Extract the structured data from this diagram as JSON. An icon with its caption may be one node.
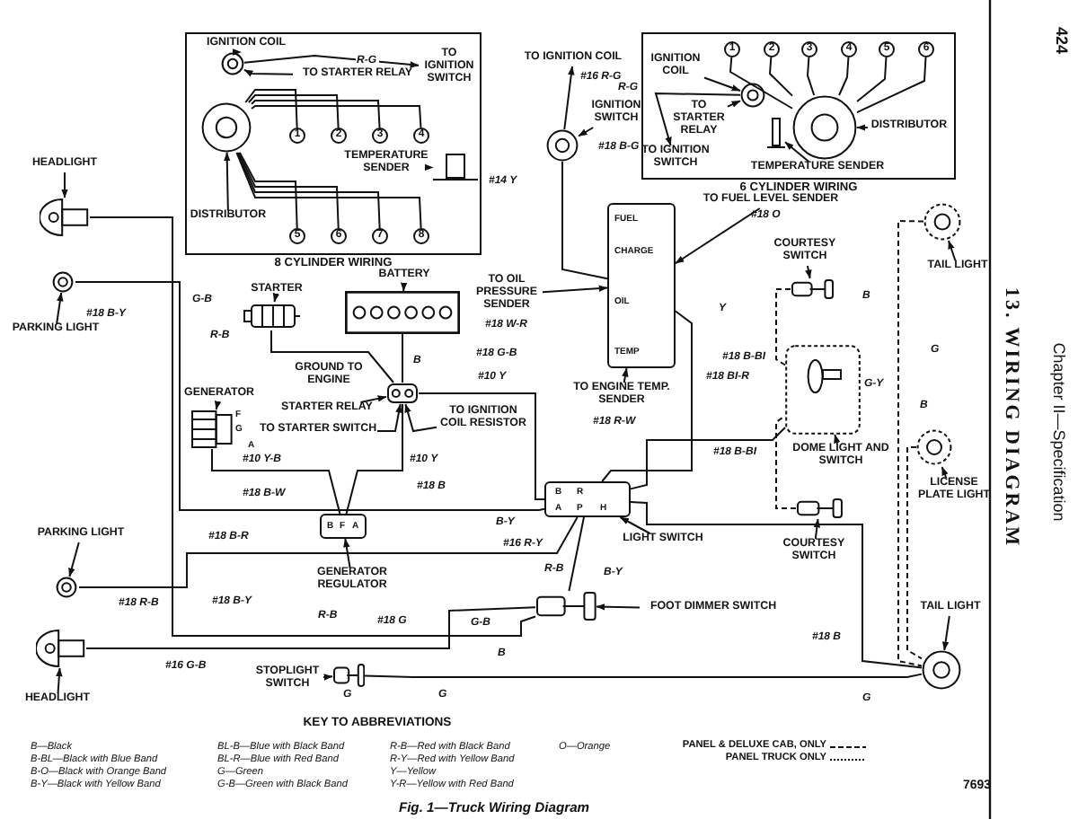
{
  "diagram": {
    "caption": "Fig. 1—Truck Wiring Diagram",
    "nodes": [
      {
        "text": [
          "8 CYLINDER WIRING"
        ]
      },
      {
        "text": [
          "IGNITION COIL"
        ],
        "in": 0
      },
      {
        "text": [],
        "shape": "circle",
        "in": 0
      },
      {
        "text": [],
        "shape": "circle",
        "in": 0
      },
      {
        "text": [
          "DISTRIBUTOR"
        ],
        "in": 0
      },
      {
        "text": [
          "1"
        ],
        "in": 0
      },
      {
        "text": [
          "2"
        ],
        "in": 0
      },
      {
        "text": [
          "3"
        ],
        "in": 0
      },
      {
        "text": [
          "4"
        ],
        "in": 0
      },
      {
        "text": [
          "5"
        ],
        "in": 0
      },
      {
        "text": [
          "6"
        ],
        "in": 0
      },
      {
        "text": [
          "7"
        ],
        "in": 0
      },
      {
        "text": [
          "8"
        ],
        "in": 0
      },
      {
        "text": [
          "TEMPERATURE SENDER"
        ],
        "in": 0
      },
      {
        "text": [],
        "shape": "picture",
        "in": 0
      },
      {
        "text": [
          "TO STARTER RELAY"
        ],
        "in": 0
      },
      {
        "text": [
          "TO IGNITION SWITCH"
        ],
        "in": 0
      },
      {
        "text": [
          "6 CYLINDER WIRING"
        ]
      },
      {
        "text": [
          "IGNITION COIL"
        ],
        "in": 17
      },
      {
        "text": [],
        "shape": "circle",
        "in": 17
      },
      {
        "text": [],
        "shape": "circle",
        "in": 17
      },
      {
        "text": [
          "DISTRIBUTOR"
        ],
        "in": 17
      },
      {
        "text": [
          "1"
        ],
        "in": 17
      },
      {
        "text": [
          "2"
        ],
        "in": 17
      },
      {
        "text": [
          "3"
        ],
        "in": 17
      },
      {
        "text": [
          "4"
        ],
        "in": 17
      },
      {
        "text": [
          "5"
        ],
        "in": 17
      },
      {
        "text": [
          "6"
        ],
        "in": 17
      },
      {
        "text": [
          "TO STARTER RELAY"
        ],
        "in": 17
      },
      {
        "text": [
          "TO IGNITION SWITCH"
        ],
        "in": 17
      },
      {
        "text": [
          "TEMPERATURE SENDER"
        ],
        "in": 17
      },
      {
        "text": [],
        "shape": "picture",
        "in": 17
      },
      {
        "text": [
          "TO IGNITION COIL"
        ]
      },
      {
        "text": [],
        "shape": "circle"
      },
      {
        "text": [
          "IGNITION SWITCH"
        ]
      },
      {
        "text": [
          "FUEL",
          "CHARGE",
          "OIL",
          "TEMP"
        ]
      },
      {
        "text": [
          "TO FUEL LEVEL SENDER"
        ]
      },
      {
        "text": [
          "HEADLIGHT"
        ]
      },
      {
        "text": [],
        "shape": "picture"
      },
      {
        "text": [
          "PARKING LIGHT"
        ]
      },
      {
        "text": [],
        "shape": "circle"
      },
      {
        "text": [
          "STARTER"
        ]
      },
      {
        "text": [],
        "shape": "picture"
      },
      {
        "text": [
          "BATTERY"
        ]
      },
      {
        "text": [],
        "shape": "picture"
      },
      {
        "text": [
          "TO OIL PRESSURE SENDER"
        ]
      },
      {
        "text": [
          "GENERATOR"
        ]
      },
      {
        "text": [],
        "shape": "picture"
      },
      {
        "text": [
          "GROUND TO ENGINE"
        ]
      },
      {
        "text": [
          "STARTER RELAY"
        ]
      },
      {
        "text": [],
        "shape": "picture"
      },
      {
        "text": [
          "TO STARTER SWITCH"
        ]
      },
      {
        "text": [
          "TO IGNITION COIL RESISTOR"
        ]
      },
      {
        "text": [
          "B",
          "F",
          "A"
        ]
      },
      {
        "text": [
          "GENERATOR REGULATOR"
        ]
      },
      {
        "text": [
          "TO ENGINE TEMP. SENDER"
        ]
      },
      {
        "text": [
          "B",
          "R",
          "A",
          "P",
          "H"
        ]
      },
      {
        "text": [
          "LIGHT SWITCH"
        ]
      },
      {
        "text": [],
        "shape": "picture"
      },
      {
        "text": [
          "FOOT DIMMER SWITCH"
        ]
      },
      {
        "text": [
          "PARKING LIGHT"
        ]
      },
      {
        "text": [],
        "shape": "circle"
      },
      {
        "text": [],
        "shape": "picture"
      },
      {
        "text": [
          "HEADLIGHT"
        ]
      },
      {
        "text": [],
        "shape": "picture"
      },
      {
        "text": [
          "STOPLIGHT SWITCH"
        ]
      },
      {
        "text": [
          "COURTESY SWITCH"
        ]
      },
      {
        "text": [],
        "shape": "picture"
      },
      {
        "text": [],
        "shape": "box"
      },
      {
        "text": [
          "DOME LIGHT AND SWITCH"
        ]
      },
      {
        "text": [],
        "shape": "picture"
      },
      {
        "text": [
          "COURTESY SWITCH"
        ]
      },
      {
        "text": [],
        "shape": "circle"
      },
      {
        "text": [
          "TAIL LIGHT"
        ]
      },
      {
        "text": [],
        "shape": "circle"
      },
      {
        "text": [
          "LICENSE PLATE LIGHT"
        ]
      },
      {
        "text": [],
        "shape": "circle"
      },
      {
        "text": [
          "TAIL LIGHT"
        ]
      }
    ],
    "edges": [
      {
        "from": 1,
        "to": 2,
        "arrow": "to"
      },
      {
        "from": 4,
        "to": 3,
        "arrow": "to"
      },
      {
        "from": 13,
        "to": 14,
        "arrow": "to"
      },
      {
        "from": 3,
        "to": 5,
        "arrow": "none"
      },
      {
        "from": 3,
        "to": 6,
        "arrow": "none"
      },
      {
        "from": 3,
        "to": 7,
        "arrow": "none"
      },
      {
        "from": 3,
        "to": 8,
        "arrow": "none"
      },
      {
        "from": 3,
        "to": 9,
        "arrow": "none"
      },
      {
        "from": 3,
        "to": 10,
        "arrow": "none"
      },
      {
        "from": 3,
        "to": 11,
        "arrow": "none"
      },
      {
        "from": 3,
        "to": 12,
        "arrow": "none"
      },
      {
        "from": 2,
        "to": 16,
        "arrow": "to",
        "label": "R-G"
      },
      {
        "from": 15,
        "to": 2,
        "arrow": "to"
      },
      {
        "from": 18,
        "to": 19,
        "arrow": "to"
      },
      {
        "from": 21,
        "to": 20,
        "arrow": "to"
      },
      {
        "from": 30,
        "to": 31,
        "arrow": "to"
      },
      {
        "from": 20,
        "to": 22,
        "arrow": "none"
      },
      {
        "from": 20,
        "to": 23,
        "arrow": "none"
      },
      {
        "from": 20,
        "to": 24,
        "arrow": "none"
      },
      {
        "from": 20,
        "to": 25,
        "arrow": "none"
      },
      {
        "from": 20,
        "to": 26,
        "arrow": "none"
      },
      {
        "from": 20,
        "to": 27,
        "arrow": "none"
      },
      {
        "from": 19,
        "to": 29,
        "arrow": "to"
      },
      {
        "from": 28,
        "to": 19,
        "arrow": "to"
      },
      {
        "from": 33,
        "to": 32,
        "arrow": "to"
      },
      {
        "from": 34,
        "to": 33,
        "arrow": "to"
      },
      {
        "from": 33,
        "to": 35,
        "arrow": "none"
      },
      {
        "from": 36,
        "to": 35,
        "arrow": "to"
      },
      {
        "from": 37,
        "to": 38,
        "arrow": "to"
      },
      {
        "from": 39,
        "to": 40,
        "arrow": "to"
      },
      {
        "from": 41,
        "to": 42,
        "arrow": "to"
      },
      {
        "from": 43,
        "to": 44,
        "arrow": "to"
      },
      {
        "from": 45,
        "to": 35,
        "arrow": "to"
      },
      {
        "from": 46,
        "to": 47,
        "arrow": "to"
      },
      {
        "from": 49,
        "to": 50,
        "arrow": "to"
      },
      {
        "from": 51,
        "to": 50,
        "arrow": "to"
      },
      {
        "from": 52,
        "to": 50,
        "arrow": "to"
      },
      {
        "from": 54,
        "to": 53,
        "arrow": "to"
      },
      {
        "from": 55,
        "to": 35,
        "arrow": "to"
      },
      {
        "from": 57,
        "to": 56,
        "arrow": "to"
      },
      {
        "from": 59,
        "to": 58,
        "arrow": "to"
      },
      {
        "from": 60,
        "to": 61,
        "arrow": "to"
      },
      {
        "from": 63,
        "to": 62,
        "arrow": "to"
      },
      {
        "from": 65,
        "to": 64,
        "arrow": "to"
      },
      {
        "from": 66,
        "to": 67,
        "arrow": "to"
      },
      {
        "from": 69,
        "to": 68,
        "arrow": "to"
      },
      {
        "from": 71,
        "to": 70,
        "arrow": "to"
      },
      {
        "from": 73,
        "to": 72,
        "arrow": "to"
      },
      {
        "from": 75,
        "to": 74,
        "arrow": "to"
      },
      {
        "from": 77,
        "to": 76,
        "arrow": "to"
      },
      {
        "from": 44,
        "to": 50,
        "arrow": "none"
      },
      {
        "from": 42,
        "to": 50,
        "arrow": "none"
      },
      {
        "from": 47,
        "to": 53,
        "arrow": "none"
      },
      {
        "from": 53,
        "to": 50,
        "arrow": "none"
      },
      {
        "from": 50,
        "to": 56,
        "arrow": "none"
      },
      {
        "from": 35,
        "to": 56,
        "arrow": "none"
      },
      {
        "from": 56,
        "to": 58,
        "arrow": "none"
      },
      {
        "from": 58,
        "to": 62,
        "arrow": "none"
      },
      {
        "from": 58,
        "to": 38,
        "arrow": "none"
      },
      {
        "from": 56,
        "to": 40,
        "arrow": "none"
      },
      {
        "from": 56,
        "to": 61,
        "arrow": "none"
      },
      {
        "from": 64,
        "to": 76,
        "arrow": "none"
      },
      {
        "from": 56,
        "to": 76,
        "arrow": "none"
      },
      {
        "from": 72,
        "to": 76,
        "arrow": "none",
        "style": "dashed"
      },
      {
        "from": 74,
        "to": 76,
        "arrow": "none",
        "style": "dashed"
      },
      {
        "from": 67,
        "to": 68,
        "arrow": "none",
        "style": "dashed"
      },
      {
        "from": 70,
        "to": 68,
        "arrow": "none",
        "style": "dashed"
      },
      {
        "from": 68,
        "to": 56,
        "arrow": "none"
      }
    ],
    "labels": [
      "424",
      "13. WIRING DIAGRAM",
      "Chapter II—Specification",
      "#16 R-G",
      "R-G",
      "#18 B-G",
      "#14 Y",
      "#18 O",
      "G-B",
      "Y",
      "B",
      "#18 B-Y",
      "#18 W-R",
      "R-B",
      "B",
      "#18 G-B",
      "#18 B-BI",
      "G",
      "#10 Y",
      "#18 BI-R",
      "G-Y",
      "B",
      "F",
      "#18 R-W",
      "G",
      "A",
      "#10 Y-B",
      "#10 Y",
      "#18 B-BI",
      "#18 B-W",
      "#18 B",
      "#18 B-R",
      "B-Y",
      "#16 R-Y",
      "R-B",
      "B-Y",
      "#18 R-B",
      "#18 B-Y",
      "R-B",
      "#18 G",
      "G-B",
      "#18 B",
      "#16 G-B",
      "B",
      "G",
      "G",
      "G",
      "KEY TO ABBREVIATIONS",
      "B—Black",
      "B-BL—Black with Blue Band",
      "B-O—Black with Orange Band",
      "B-Y—Black with Yellow Band",
      "BL-B—Blue with Black Band",
      "BL-R—Blue with Red Band",
      "G—Green",
      "G-B—Green with Black Band",
      "R-B—Red with Black Band",
      "R-Y—Red with Yellow Band",
      "Y—Yellow",
      "Y-R—Yellow with Red Band",
      "O—Orange",
      "7693"
    ],
    "legend": [
      {
        "text": "PANEL & DELUXE CAB, ONLY"
      },
      {
        "text": "PANEL TRUCK ONLY"
      }
    ]
  }
}
